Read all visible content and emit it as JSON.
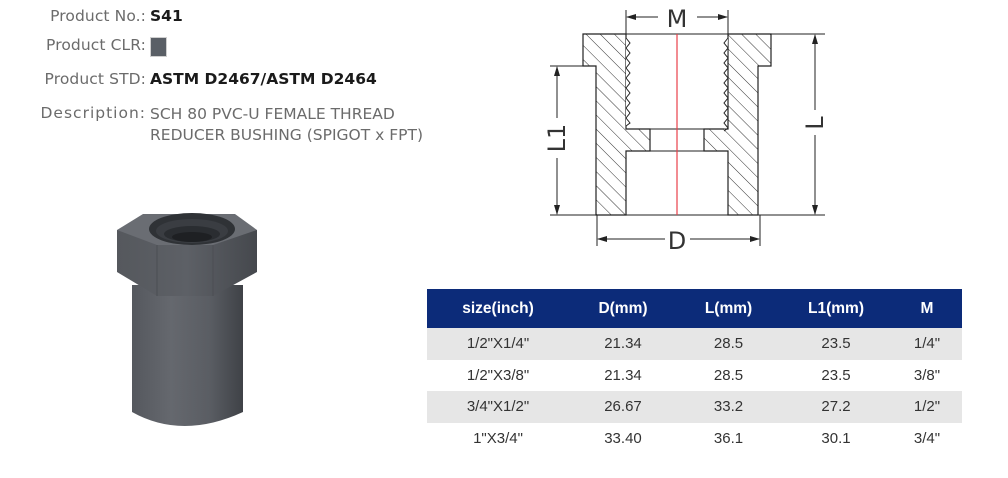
{
  "product": {
    "number_label": "Product No.:",
    "number_value": "S41",
    "color_label": "Product CLR:",
    "color_swatch": "#5a5f66",
    "std_label": "Product STD:",
    "std_value": "ASTM D2467/ASTM D2464",
    "description_label": "Description:",
    "description_line1": "SCH 80 PVC-U FEMALE THREAD",
    "description_line2": "REDUCER BUSHING (SPIGOT x FPT)"
  },
  "drawing": {
    "labels": {
      "M": "M",
      "L": "L",
      "L1": "L1",
      "D": "D"
    },
    "centerline_color": "#e8404a"
  },
  "table": {
    "header_color": "#0c2b79",
    "columns": [
      "size(inch)",
      "D(mm)",
      "L(mm)",
      "L1(mm)",
      "M"
    ],
    "rows": [
      [
        "1/2\"X1/4\"",
        "21.34",
        "28.5",
        "23.5",
        "1/4\""
      ],
      [
        "1/2\"X3/8\"",
        "21.34",
        "28.5",
        "23.5",
        "3/8\""
      ],
      [
        "3/4\"X1/2\"",
        "26.67",
        "33.2",
        "27.2",
        "1/2\""
      ],
      [
        "1\"X3/4\"",
        "33.40",
        "36.1",
        "30.1",
        "3/4\""
      ]
    ]
  }
}
